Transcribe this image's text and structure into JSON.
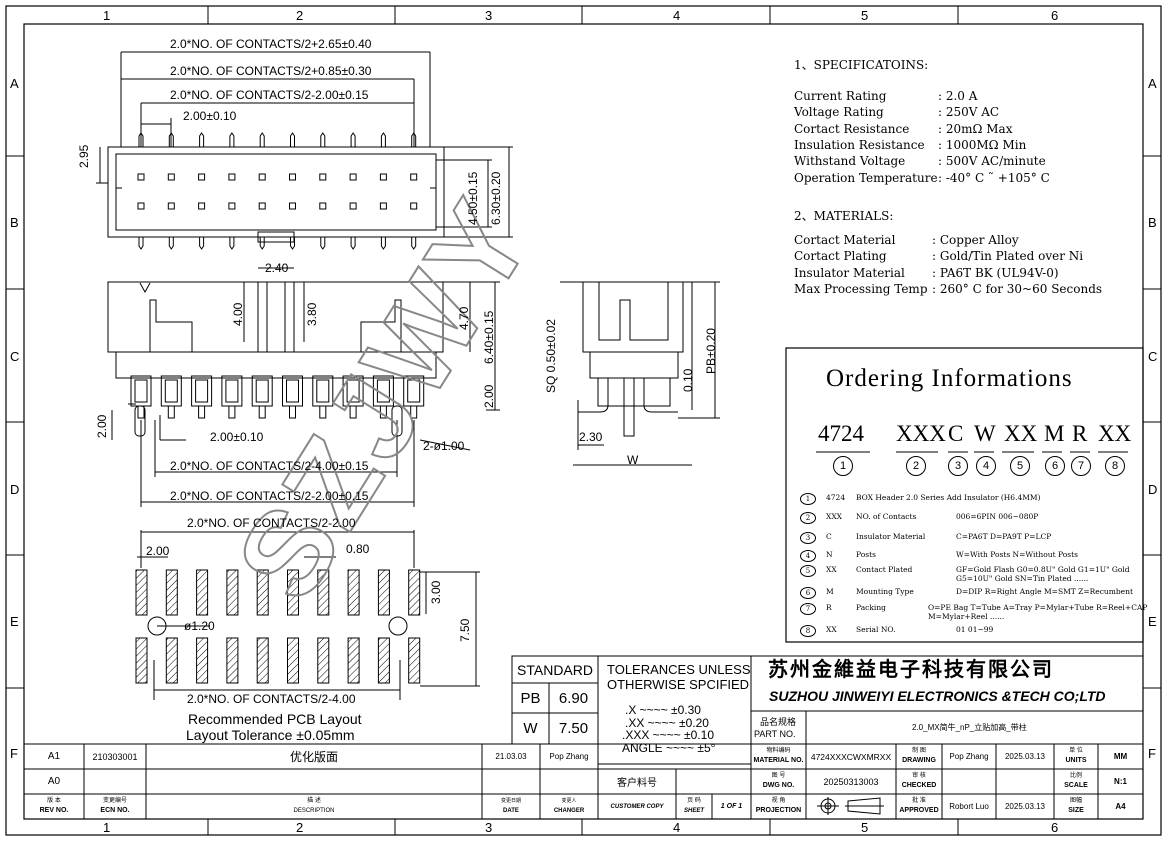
{
  "grid": {
    "cols": [
      "1",
      "2",
      "3",
      "4",
      "5",
      "6"
    ],
    "rows": [
      "A",
      "B",
      "C",
      "D",
      "E",
      "F"
    ]
  },
  "watermark": "SZJWY",
  "dimensions": {
    "d1": "2.0*NO. OF CONTACTS/2+2.65±0.40",
    "d2": "2.0*NO. OF CONTACTS/2+0.85±0.30",
    "d3": "2.0*NO. OF CONTACTS/2-2.00±0.15",
    "d4": "2.00±0.10",
    "d5": "2.95",
    "d6": "4.50±0.15",
    "d7": "6.30±0.20",
    "d8": "2.40",
    "d9": "4.00",
    "d10": "3.80",
    "d11": "4.70",
    "d12": "6.40±0.15",
    "d13": "2.00",
    "d14": "2.00",
    "d15": "2.00±0.10",
    "d16": "2-ø1.00",
    "d17": "2.0*NO. OF CONTACTS/2-4.00±0.15",
    "d18": "2.0*NO. OF CONTACTS/2-2.00±0.15",
    "d19": "SQ 0.50±0.02",
    "d20": "PB±0.20",
    "d21": "0.10",
    "d22": "2.30",
    "d23": "W",
    "d24": "2.0*NO. OF CONTACTS/2-2.00",
    "d25": "2.00",
    "d26": "0.80",
    "d27": "ø1.20",
    "d28": "3.00",
    "d29": "7.50",
    "d30": "2.0*NO. OF CONTACTS/2-4.00",
    "pcb_caption": "Recommended PCB Layout",
    "pcb_tolerance": "Layout Tolerance ±0.05mm"
  },
  "specifications": {
    "title": "1、SPECIFICATOINS:",
    "rows": [
      {
        "k": "Current  Rating",
        "v": ": 2.0 A"
      },
      {
        "k": "Voltage  Rating",
        "v": ": 250V AC"
      },
      {
        "k": "Cortact   Resistance",
        "v": ": 20mΩ  Max"
      },
      {
        "k": "Insulation Resistance",
        "v": ": 1000MΩ Min"
      },
      {
        "k": "Withstand   Voltage",
        "v": ": 500V AC/minute"
      },
      {
        "k": "Operation  Temperature",
        "v": ": -40° C ˜ +105° C"
      }
    ]
  },
  "materials": {
    "title": "2、MATERIALS:",
    "rows": [
      {
        "k": "Cortact  Material",
        "v": ": Copper Alloy"
      },
      {
        "k": "Cortact  Plating",
        "v": ": Gold/Tin Plated over Ni"
      },
      {
        "k": "Insulator Material",
        "v": ": PA6T  BK (UL94V-0)"
      },
      {
        "k": "Max Processing Temp",
        "v": ": 260° C for 30~60 Seconds"
      }
    ]
  },
  "ordering": {
    "title": "Ordering Informations",
    "code": [
      "4724",
      "XXX",
      "C",
      "W",
      "XX",
      "M",
      "R",
      "XX"
    ],
    "markers": [
      "1",
      "2",
      "3",
      "4",
      "5",
      "6",
      "7",
      "8"
    ],
    "rows": [
      {
        "n": "1",
        "c1": "4724",
        "c2": "BOX  Header 2.0   Series  Add Insulator (H6.4MM)",
        "c3": ""
      },
      {
        "n": "2",
        "c1": "XXX",
        "c2": "NO. of Contacts",
        "c3": "006=6PIN  006~080P"
      },
      {
        "n": "3",
        "c1": "C",
        "c2": "Insulator Material",
        "c3": "C=PA6T  D=PA9T  P=LCP"
      },
      {
        "n": "4",
        "c1": "N",
        "c2": "Posts",
        "c3": "W=With Posts  N=Without Posts"
      },
      {
        "n": "5",
        "c1": "XX",
        "c2": "Contact Plated",
        "c3": "GF=Gold Flash  G0=0.8U\" Gold  G1=1U\" Gold\nG5=10U\" Gold    SN=Tin Plated ......"
      },
      {
        "n": "6",
        "c1": "M",
        "c2": "Mounting Type",
        "c3": "D=DIP   R=Right Angle  M=SMT  Z=Recumbent"
      },
      {
        "n": "7",
        "c1": "R",
        "c2": "Packing",
        "c3": "O=PE Bag  T=Tube  A=Tray  P=Mylar+Tube  R=Reel+CAP\nM=Mylar+Reel ......"
      },
      {
        "n": "8",
        "c1": "XX",
        "c2": "Serial NO.",
        "c3": "01   01~99"
      }
    ]
  },
  "standard": {
    "title": "STANDARD",
    "rows": [
      {
        "k": "PB",
        "v": "6.90"
      },
      {
        "k": "W",
        "v": "7.50"
      }
    ]
  },
  "tolerances": {
    "title1": "TOLERANCES UNLESS",
    "title2": "OTHERWISE SPCIFIED",
    "rows": [
      ".X  ~~~~  ±0.30",
      ".XX  ~~~~  ±0.20",
      ".XXX  ~~~~  ±0.10",
      "ANGLE  ~~~~  ±5°"
    ]
  },
  "company": {
    "cn": "苏州金維益电子科技有限公司",
    "en": "SUZHOU JINWEIYI ELECTRONICS &TECH CO;LTD"
  },
  "title_block": {
    "part_no_label_cn": "品名规格",
    "part_no_label_en": "PART NO.",
    "part_name": "2.0_MX简牛_nP_立贴加高_带柱",
    "material_no_label_cn": "物料编码",
    "material_no_label_en": "MATERIAL NO.",
    "material_no": "4724XXXCWXMRXX",
    "drawing_label_cn": "制  图",
    "drawing_label_en": "DRAWING",
    "drawing_by": "Pop Zhang",
    "drawing_date": "2025.03.13",
    "units_label_cn": "单  位",
    "units_label_en": "UNITS",
    "units": "MM",
    "customer_no_label": "客户料号",
    "dwg_no_label_cn": "图  号",
    "dwg_no_label_en": "DWG NO.",
    "dwg_no": "20250313003",
    "checked_label_cn": "审  核",
    "checked_label_en": "CHECKED",
    "scale_label_cn": "比例",
    "scale_label_en": "SCALE",
    "scale": "N:1",
    "customer_copy": "CUSTOMER COPY",
    "sheet_label_cn": "页  码",
    "sheet_label_en": "SHEET",
    "sheet": "1 OF 1",
    "projection_label_cn": "视  角",
    "projection_label_en": "PROJECTION",
    "approved_label_cn": "批  准",
    "approved_label_en": "APPROVED",
    "approved_by": "Robort Luo",
    "approved_date": "2025.03.13",
    "size_label_cn": "图幅",
    "size_label_en": "SIZE",
    "size": "A4"
  },
  "revisions": {
    "rows": [
      {
        "rev": "A1",
        "ecn": "210303001",
        "desc": "优化版面",
        "date": "21.03.03",
        "changer": "Pop  Zhang"
      },
      {
        "rev": "A0",
        "ecn": "",
        "desc": "",
        "date": "",
        "changer": ""
      }
    ],
    "header": {
      "rev_cn": "版  本",
      "rev_en": "REV NO.",
      "ecn_cn": "变更编号",
      "ecn_en": "ECN   NO.",
      "desc_cn": "描  述",
      "desc_en": "DESCRIPTION",
      "date_cn": "变更日期",
      "date_en": "DATE",
      "changer_cn": "变更人",
      "changer_en": "CHANGER"
    }
  }
}
